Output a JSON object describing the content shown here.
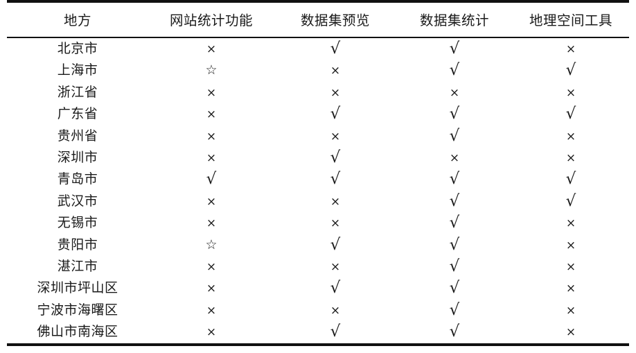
{
  "table": {
    "columns": [
      {
        "key": "place",
        "label": "地方"
      },
      {
        "key": "webstats",
        "label": "网站统计功能"
      },
      {
        "key": "preview",
        "label": "数据集预览"
      },
      {
        "key": "dsstats",
        "label": "数据集统计"
      },
      {
        "key": "geotools",
        "label": "地理空间工具"
      }
    ],
    "symbols": {
      "check": "√",
      "cross": "×",
      "star": "☆"
    },
    "rows": [
      {
        "place": "北京市",
        "webstats": "×",
        "preview": "√",
        "dsstats": "√",
        "geotools": "×"
      },
      {
        "place": "上海市",
        "webstats": "☆",
        "preview": "×",
        "dsstats": "√",
        "geotools": "√"
      },
      {
        "place": "浙江省",
        "webstats": "×",
        "preview": "×",
        "dsstats": "×",
        "geotools": "×"
      },
      {
        "place": "广东省",
        "webstats": "×",
        "preview": "√",
        "dsstats": "√",
        "geotools": "√"
      },
      {
        "place": "贵州省",
        "webstats": "×",
        "preview": "×",
        "dsstats": "√",
        "geotools": "×"
      },
      {
        "place": "深圳市",
        "webstats": "×",
        "preview": "√",
        "dsstats": "×",
        "geotools": "×"
      },
      {
        "place": "青岛市",
        "webstats": "√",
        "preview": "√",
        "dsstats": "√",
        "geotools": "√"
      },
      {
        "place": "武汉市",
        "webstats": "×",
        "preview": "×",
        "dsstats": "√",
        "geotools": "√"
      },
      {
        "place": "无锡市",
        "webstats": "×",
        "preview": "×",
        "dsstats": "√",
        "geotools": "×"
      },
      {
        "place": "贵阳市",
        "webstats": "☆",
        "preview": "√",
        "dsstats": "√",
        "geotools": "×"
      },
      {
        "place": "湛江市",
        "webstats": "×",
        "preview": "×",
        "dsstats": "√",
        "geotools": "×"
      },
      {
        "place": "深圳市坪山区",
        "webstats": "×",
        "preview": "√",
        "dsstats": "√",
        "geotools": "×"
      },
      {
        "place": "宁波市海曙区",
        "webstats": "×",
        "preview": "×",
        "dsstats": "√",
        "geotools": "×"
      },
      {
        "place": "佛山市南海区",
        "webstats": "×",
        "preview": "√",
        "dsstats": "√",
        "geotools": "×"
      }
    ]
  }
}
